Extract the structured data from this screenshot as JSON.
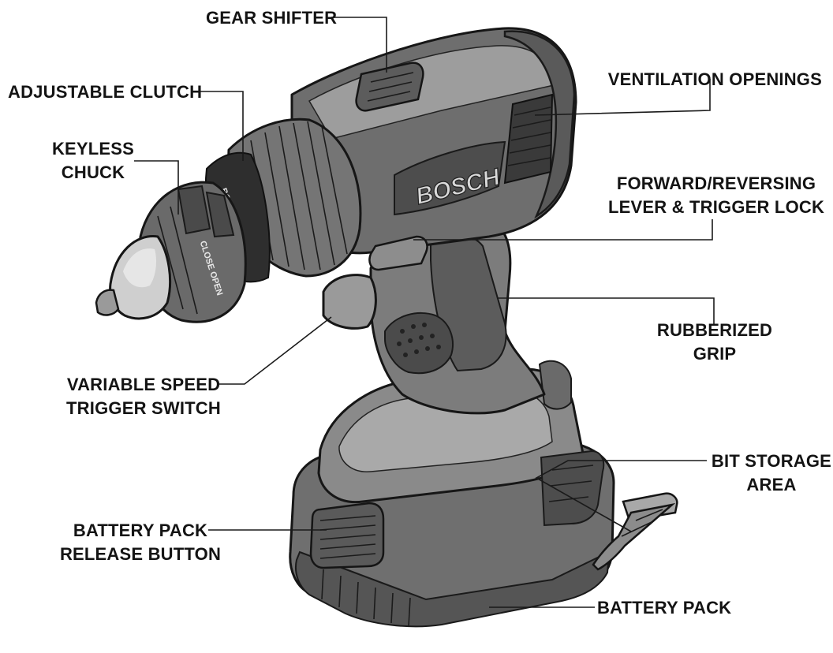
{
  "labels": {
    "gear_shifter": "GEAR SHIFTER",
    "adjustable_clutch": "ADJUSTABLE CLUTCH",
    "keyless_chuck_1": "KEYLESS",
    "keyless_chuck_2": "CHUCK",
    "ventilation_openings": "VENTILATION OPENINGS",
    "fwd_rev_1": "FORWARD/REVERSING",
    "fwd_rev_2": "LEVER & TRIGGER LOCK",
    "rubberized_grip_1": "RUBBERIZED",
    "rubberized_grip_2": "GRIP",
    "variable_speed_1": "VARIABLE SPEED",
    "variable_speed_2": "TRIGGER SWITCH",
    "bit_storage_1": "BIT STORAGE",
    "bit_storage_2": "AREA",
    "battery_release_1": "BATTERY PACK",
    "battery_release_2": "RELEASE BUTTON",
    "battery_pack": "BATTERY PACK"
  },
  "brand": "BOSCH",
  "chuck_marks": {
    "close_open": "CLOSE OPEN",
    "ring": "BOSCH"
  }
}
